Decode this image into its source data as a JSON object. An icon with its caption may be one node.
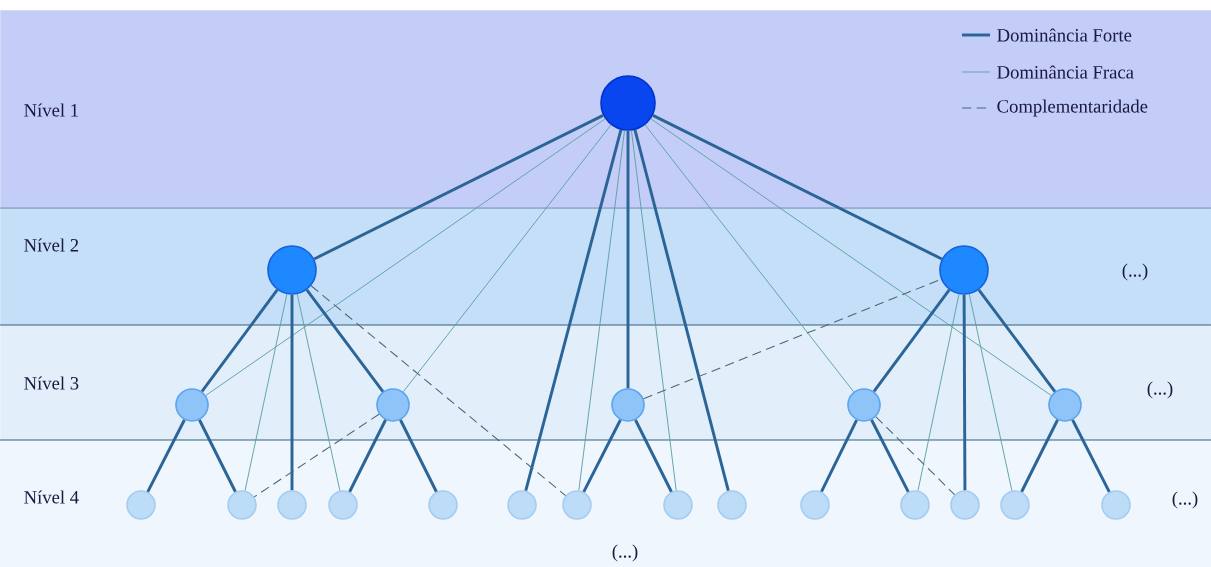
{
  "diagram": {
    "nodes": [
      {
        "text": [
          "Nível 1"
        ]
      },
      {
        "text": [
          "Nível 2",
          "(...)"
        ]
      },
      {
        "text": [
          "Nível 3",
          "(...)"
        ]
      },
      {
        "text": [
          "Nível 4",
          "(...)",
          "(...)"
        ]
      },
      {
        "text": [],
        "shape": "circle",
        "in": 0
      },
      {
        "text": [],
        "shape": "circle",
        "in": 1
      },
      {
        "text": [],
        "shape": "circle",
        "in": 1
      },
      {
        "text": [],
        "shape": "circle",
        "in": 2
      },
      {
        "text": [],
        "shape": "circle",
        "in": 2
      },
      {
        "text": [],
        "shape": "circle",
        "in": 2
      },
      {
        "text": [],
        "shape": "circle",
        "in": 2
      },
      {
        "text": [],
        "shape": "circle",
        "in": 2
      },
      {
        "text": [],
        "shape": "circle",
        "in": 3
      },
      {
        "text": [],
        "shape": "circle",
        "in": 3
      },
      {
        "text": [],
        "shape": "circle",
        "in": 3
      },
      {
        "text": [],
        "shape": "circle",
        "in": 3
      },
      {
        "text": [],
        "shape": "circle",
        "in": 3
      },
      {
        "text": [],
        "shape": "circle",
        "in": 3
      },
      {
        "text": [],
        "shape": "circle",
        "in": 3
      },
      {
        "text": [],
        "shape": "circle",
        "in": 3
      },
      {
        "text": [],
        "shape": "circle",
        "in": 3
      },
      {
        "text": [],
        "shape": "circle",
        "in": 3
      },
      {
        "text": [],
        "shape": "circle",
        "in": 3
      },
      {
        "text": [],
        "shape": "circle",
        "in": 3
      },
      {
        "text": [],
        "shape": "circle",
        "in": 3
      },
      {
        "text": [],
        "shape": "circle",
        "in": 3
      }
    ],
    "edges": [
      {
        "from": 4,
        "to": 5,
        "arrow": "none"
      },
      {
        "from": 4,
        "to": 6,
        "arrow": "none"
      },
      {
        "from": 4,
        "to": 9,
        "arrow": "none"
      },
      {
        "from": 4,
        "to": 17,
        "arrow": "none"
      },
      {
        "from": 4,
        "to": 20,
        "arrow": "none"
      },
      {
        "from": 4,
        "to": 7,
        "arrow": "none",
        "color": "#5d9fa6"
      },
      {
        "from": 4,
        "to": 8,
        "arrow": "none",
        "color": "#5d9fa6"
      },
      {
        "from": 4,
        "to": 18,
        "arrow": "none",
        "color": "#5d9fa6"
      },
      {
        "from": 4,
        "to": 19,
        "arrow": "none",
        "color": "#5d9fa6"
      },
      {
        "from": 4,
        "to": 10,
        "arrow": "none",
        "color": "#5d9fa6"
      },
      {
        "from": 4,
        "to": 11,
        "arrow": "none",
        "color": "#5d9fa6"
      },
      {
        "from": 5,
        "to": 7,
        "arrow": "none"
      },
      {
        "from": 5,
        "to": 8,
        "arrow": "none"
      },
      {
        "from": 5,
        "to": 14,
        "arrow": "none"
      },
      {
        "from": 5,
        "to": 13,
        "arrow": "none",
        "color": "#5d9fa6"
      },
      {
        "from": 5,
        "to": 15,
        "arrow": "none",
        "color": "#5d9fa6"
      },
      {
        "from": 5,
        "to": 18,
        "arrow": "none",
        "style": "dashed",
        "color": "#4d6673"
      },
      {
        "from": 6,
        "to": 10,
        "arrow": "none"
      },
      {
        "from": 6,
        "to": 11,
        "arrow": "none"
      },
      {
        "from": 6,
        "to": 23,
        "arrow": "none"
      },
      {
        "from": 6,
        "to": 22,
        "arrow": "none",
        "color": "#5d9fa6"
      },
      {
        "from": 6,
        "to": 24,
        "arrow": "none",
        "color": "#5d9fa6"
      },
      {
        "from": 9,
        "to": 6,
        "arrow": "none",
        "style": "dashed",
        "color": "#4d6673"
      },
      {
        "from": 7,
        "to": 12,
        "arrow": "none"
      },
      {
        "from": 7,
        "to": 13,
        "arrow": "none"
      },
      {
        "from": 8,
        "to": 15,
        "arrow": "none"
      },
      {
        "from": 8,
        "to": 16,
        "arrow": "none"
      },
      {
        "from": 8,
        "to": 13,
        "arrow": "none",
        "style": "dashed",
        "color": "#4d6673"
      },
      {
        "from": 9,
        "to": 18,
        "arrow": "none"
      },
      {
        "from": 9,
        "to": 19,
        "arrow": "none"
      },
      {
        "from": 10,
        "to": 21,
        "arrow": "none"
      },
      {
        "from": 10,
        "to": 22,
        "arrow": "none"
      },
      {
        "from": 10,
        "to": 23,
        "arrow": "none",
        "style": "dashed",
        "color": "#4d6673"
      },
      {
        "from": 11,
        "to": 24,
        "arrow": "none"
      },
      {
        "from": 11,
        "to": 25,
        "arrow": "none"
      }
    ],
    "legend": [
      {
        "text": "Dominância Forte"
      },
      {
        "text": "Dominância Fraca"
      },
      {
        "text": "Complementaridade"
      }
    ]
  }
}
